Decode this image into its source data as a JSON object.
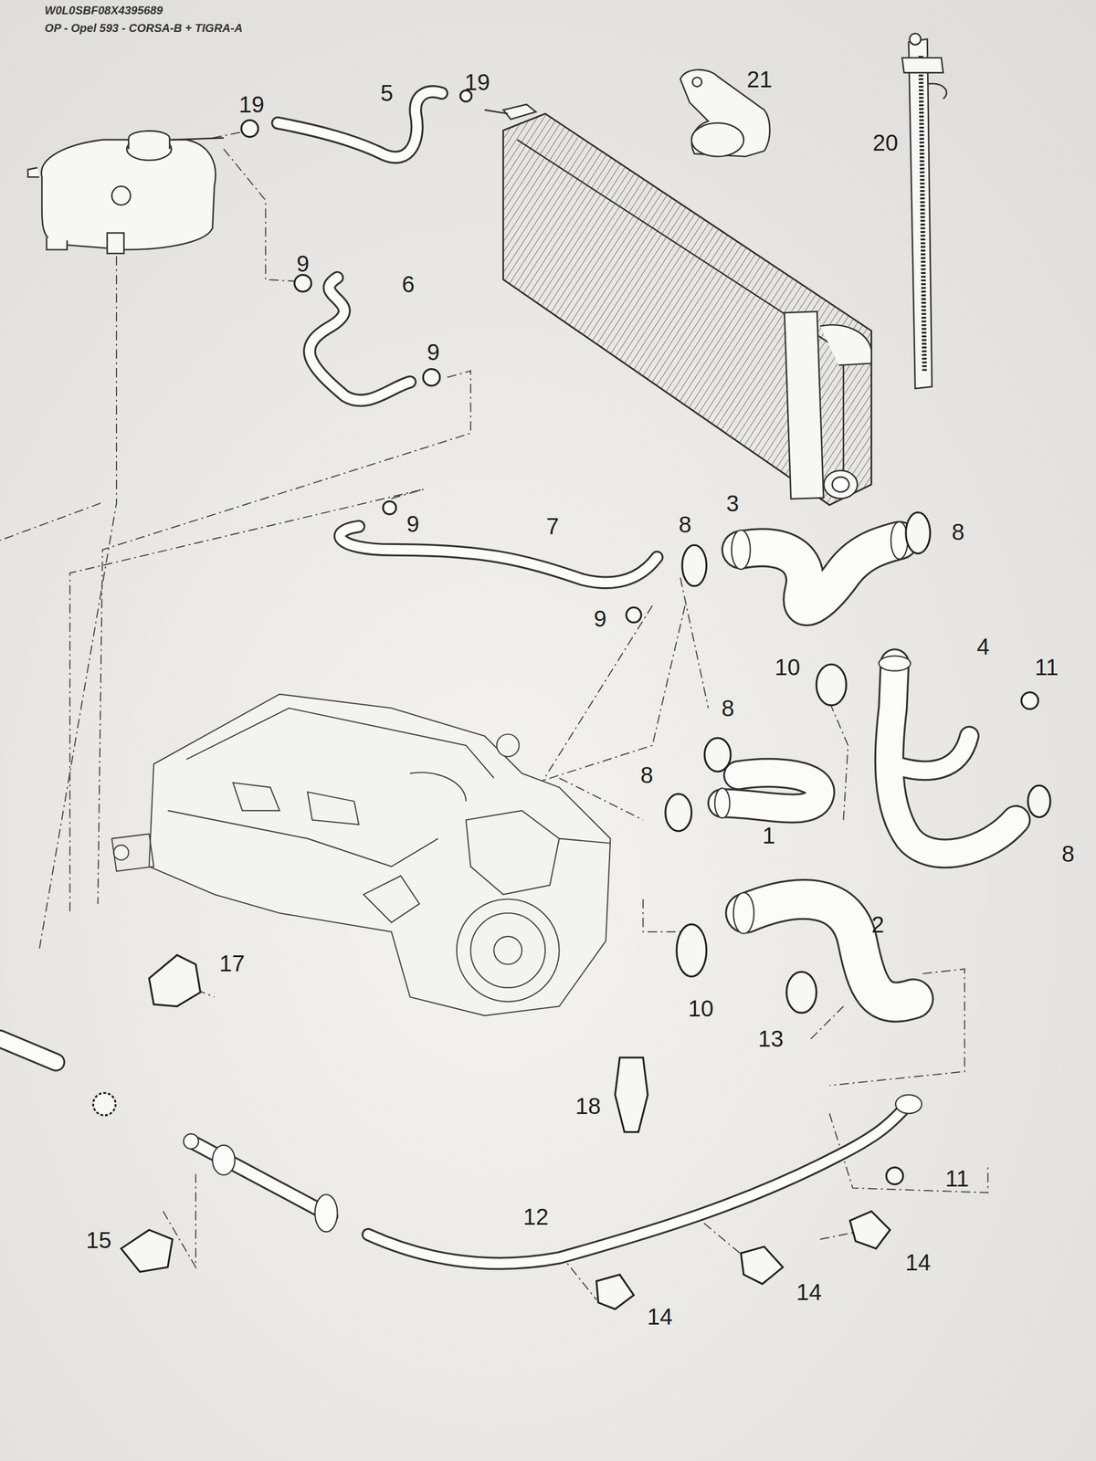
{
  "diagram": {
    "labels": [
      "W0L0SBF08X4395689",
      "OP - Opel 593 - CORSA-B + TIGRA-A",
      "19",
      "5",
      "19",
      "21",
      "20",
      "9",
      "6",
      "9",
      "9",
      "7",
      "8",
      "3",
      "8",
      "9",
      "10",
      "4",
      "11",
      "8",
      "8",
      "1",
      "8",
      "17",
      "2",
      "10",
      "13",
      "18",
      "11",
      "15",
      "12",
      "14",
      "14",
      "14"
    ]
  }
}
